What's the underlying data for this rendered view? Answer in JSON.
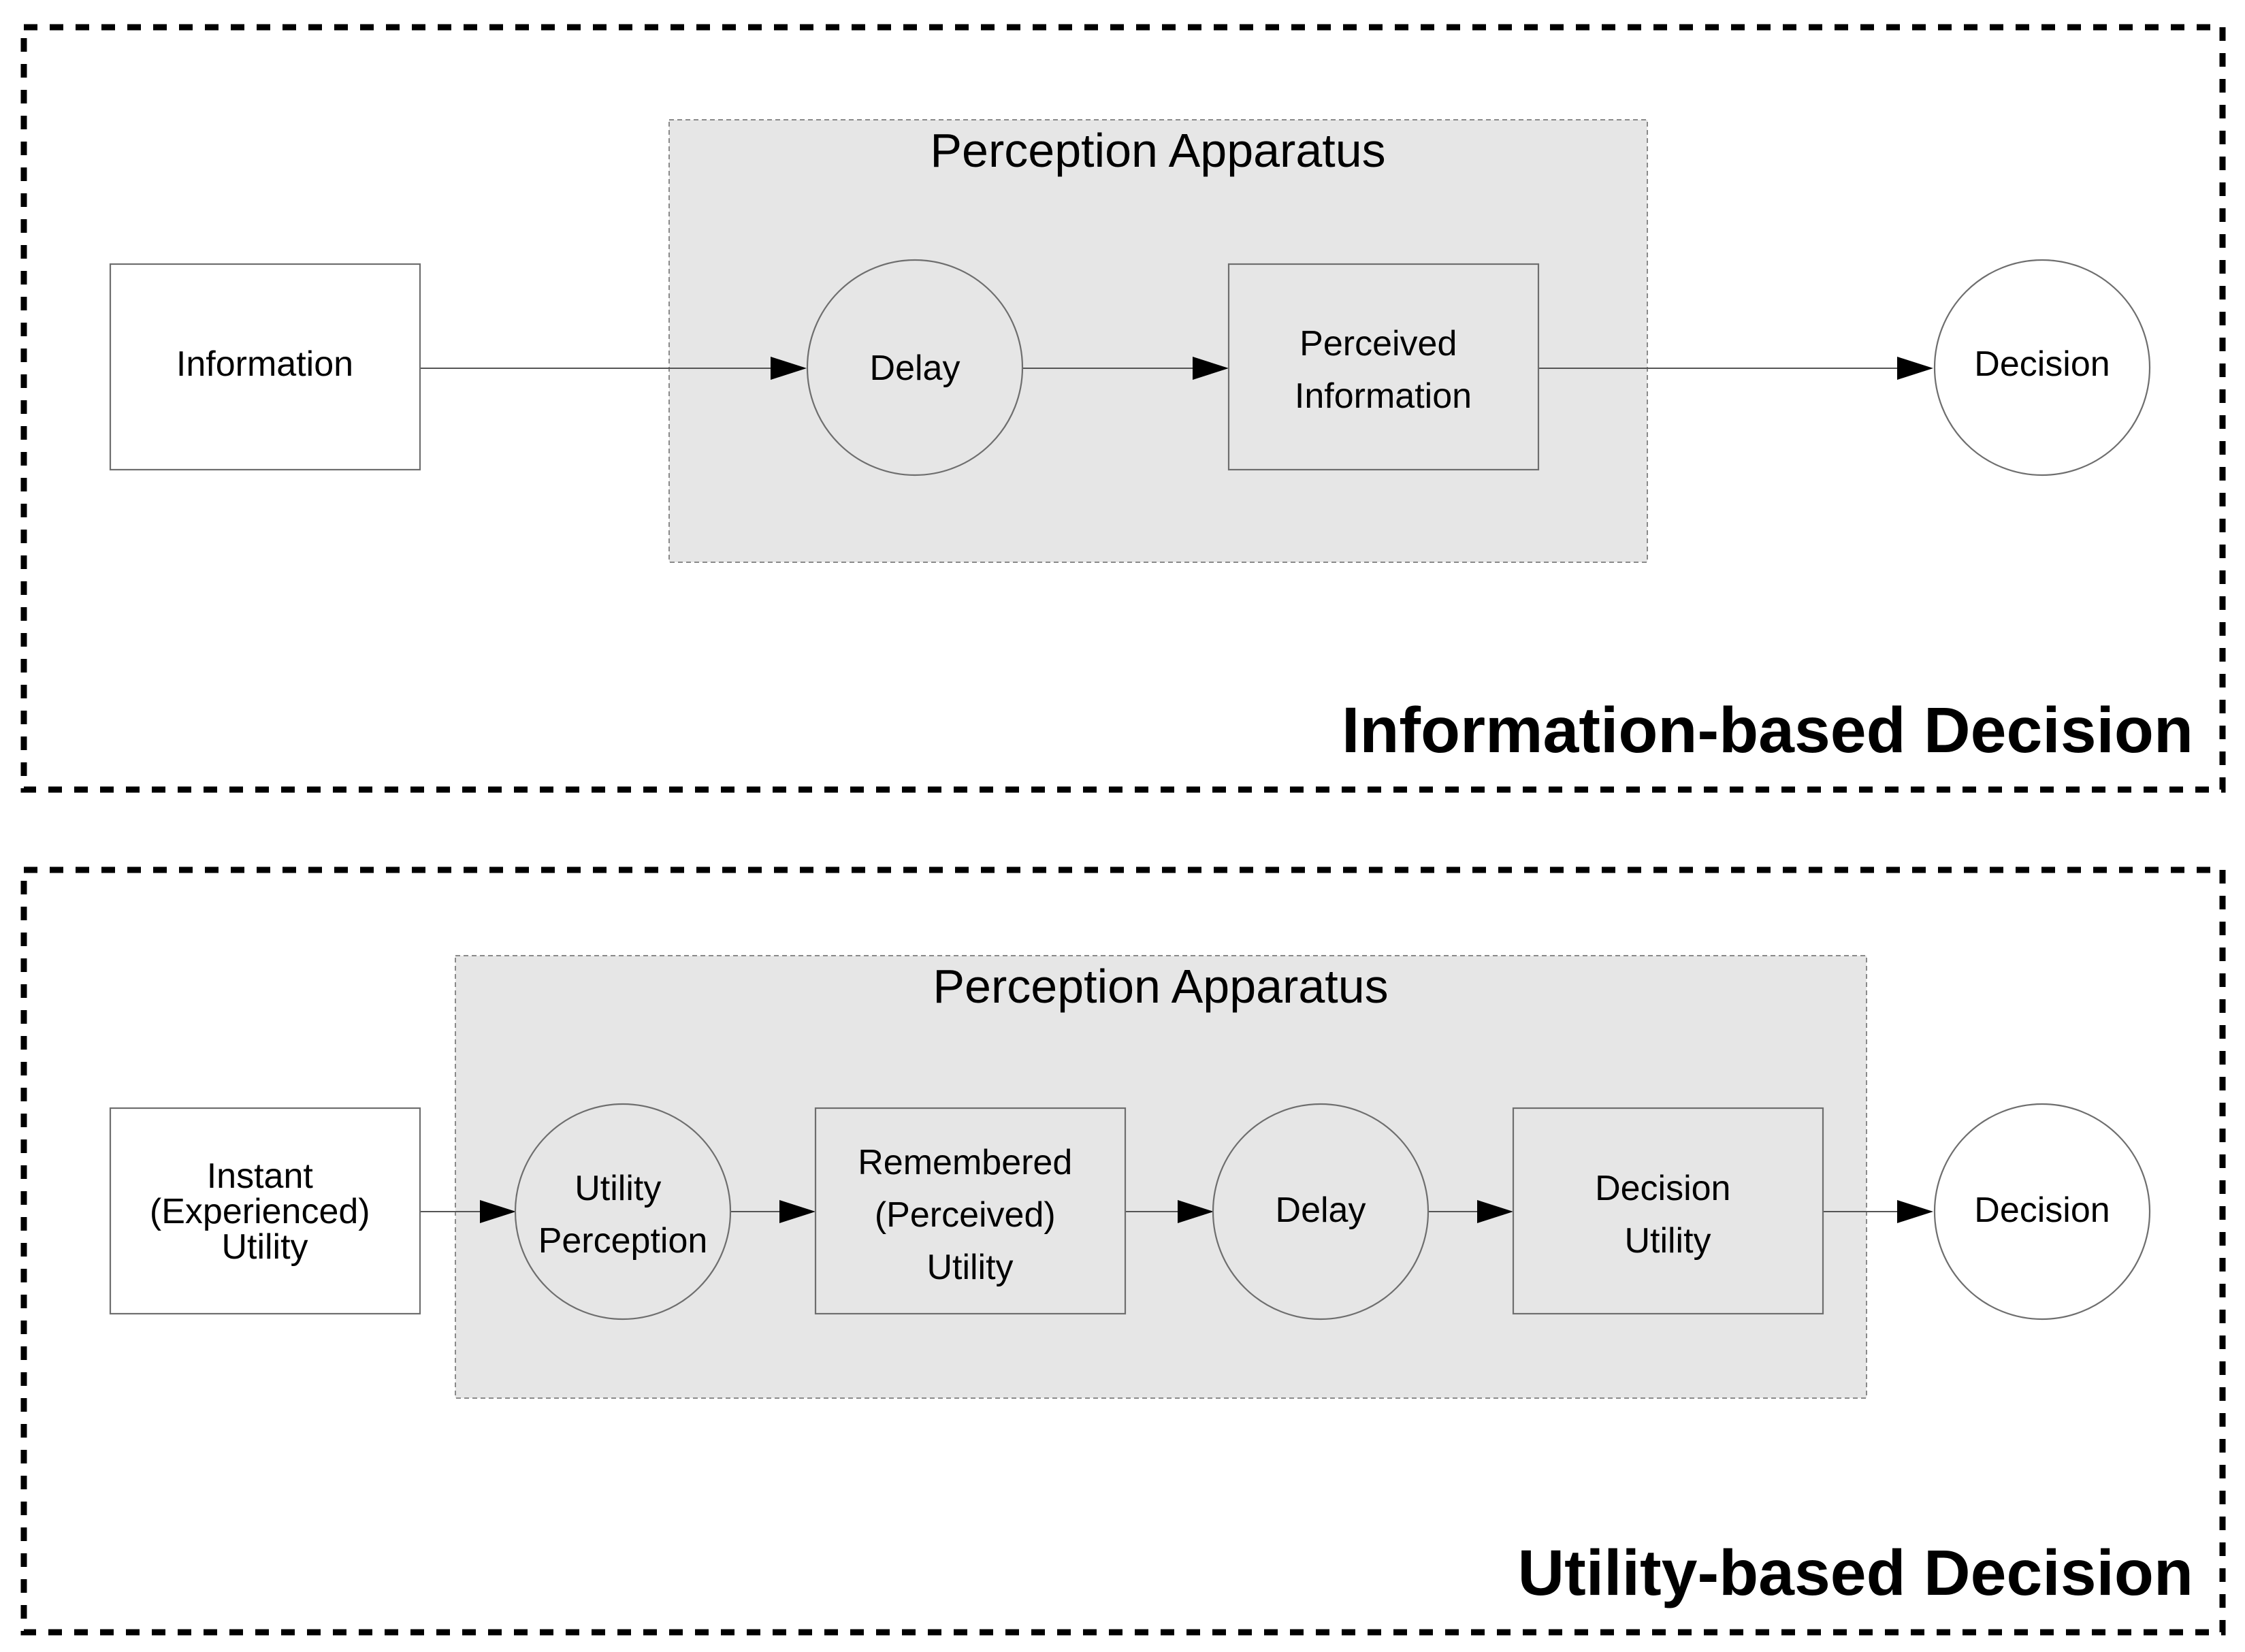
{
  "colors": {
    "node_fill_outer": "#ffffff",
    "node_fill_inner": "#e6e6e6",
    "group_fill": "#e6e6e6",
    "border": "#000000"
  },
  "panels": [
    {
      "title": "Information-based Decision",
      "group_label": "Perception Apparatus",
      "nodes": [
        {
          "shape": "rect",
          "label": "Information"
        },
        {
          "shape": "circle",
          "label": "Delay"
        },
        {
          "shape": "rect",
          "label": "Perceived Information"
        },
        {
          "shape": "circle",
          "label": "Decision"
        }
      ]
    },
    {
      "title": "Utility-based Decision",
      "group_label": "Perception Apparatus",
      "nodes": [
        {
          "shape": "rect",
          "label": "Instant (Experienced) Utility"
        },
        {
          "shape": "circle",
          "label": "Utility Perception"
        },
        {
          "shape": "rect",
          "label": "Remembered (Perceived) Utility"
        },
        {
          "shape": "circle",
          "label": "Delay"
        },
        {
          "shape": "rect",
          "label": "Decision Utility"
        },
        {
          "shape": "circle",
          "label": "Decision"
        }
      ]
    }
  ]
}
